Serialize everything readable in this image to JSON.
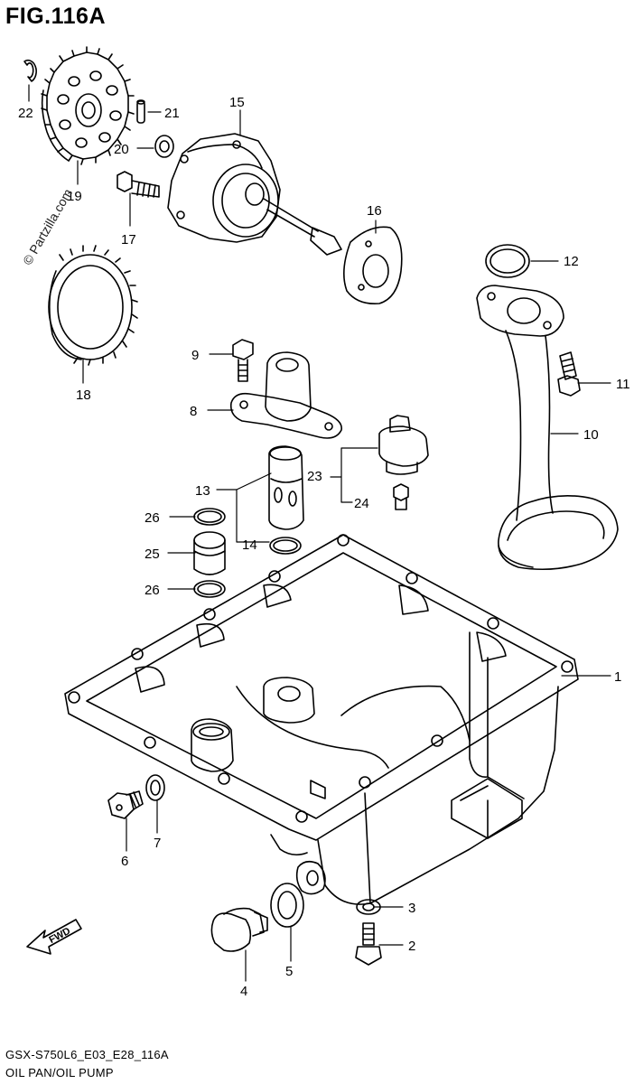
{
  "figure_title": "FIG.116A",
  "footer": {
    "model_code": "GSX-S750L6_E03_E28_116A",
    "section_name": "OIL PAN/OIL PUMP"
  },
  "watermark": "© Partzilla.com",
  "fwd_label": "FWD",
  "part_numbers": [
    "1",
    "2",
    "3",
    "4",
    "5",
    "6",
    "7",
    "8",
    "9",
    "10",
    "11",
    "12",
    "13",
    "14",
    "15",
    "16",
    "17",
    "18",
    "19",
    "20",
    "21",
    "22",
    "23",
    "24",
    "25",
    "26",
    "26"
  ]
}
